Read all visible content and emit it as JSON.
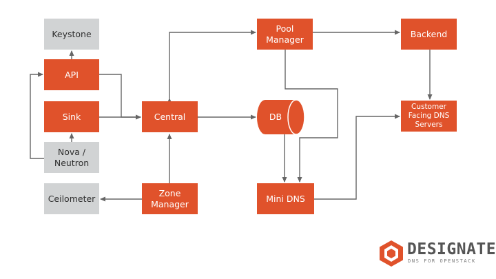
{
  "colors": {
    "component": "#e0522b",
    "external": "#d1d3d4",
    "connector": "#666666",
    "logo_accent": "#e0522b"
  },
  "nodes": {
    "keystone": "Keystone",
    "api": "API",
    "sink": "Sink",
    "nova_neutron": "Nova /\nNeutron",
    "ceilometer": "Ceilometer",
    "central": "Central",
    "zone_manager": "Zone\nManager",
    "pool_manager": "Pool\nManager",
    "db": "DB",
    "mini_dns": "Mini DNS",
    "backend": "Backend",
    "customer_dns": "Customer\nFacing DNS\nServers"
  },
  "logo": {
    "name": "DESIGNATE",
    "tagline": "DNS FOR OPENSTACK",
    "icon": "designate-hexagon-icon"
  }
}
